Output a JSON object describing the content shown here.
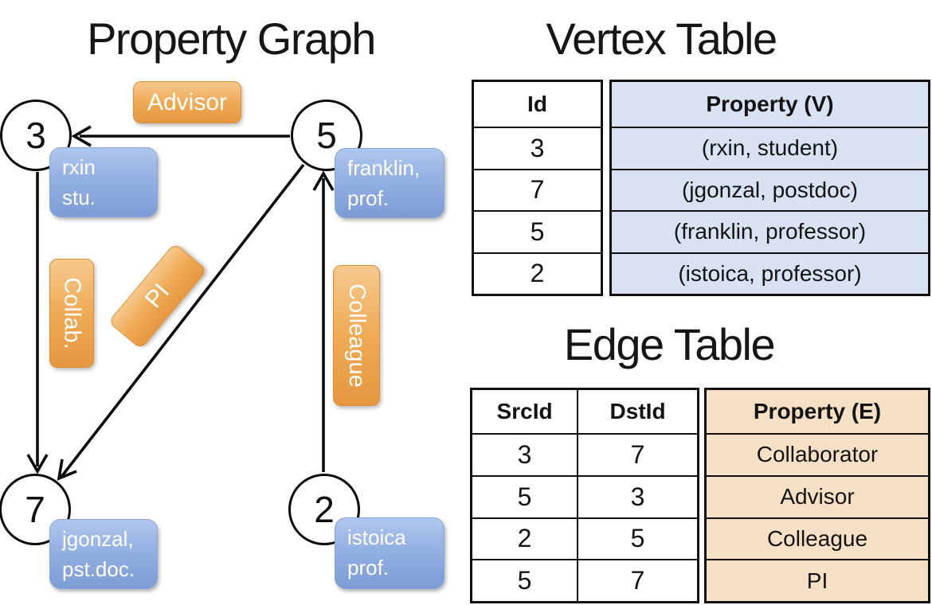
{
  "graph": {
    "title": "Property Graph",
    "nodes": [
      {
        "id": "3",
        "label_line1": "rxin",
        "label_line2": "stu."
      },
      {
        "id": "5",
        "label_line1": "franklin,",
        "label_line2": "prof."
      },
      {
        "id": "7",
        "label_line1": "jgonzal,",
        "label_line2": "pst.doc."
      },
      {
        "id": "2",
        "label_line1": "istoica",
        "label_line2": "prof."
      }
    ],
    "edge_labels": [
      {
        "label": "Advisor"
      },
      {
        "label": "Collab."
      },
      {
        "label": "PI"
      },
      {
        "label": "Colleague"
      }
    ]
  },
  "vertex_table": {
    "title": "Vertex Table",
    "headers": {
      "id": "Id",
      "property": "Property (V)"
    },
    "rows": [
      {
        "id": "3",
        "property": "(rxin, student)"
      },
      {
        "id": "7",
        "property": "(jgonzal, postdoc)"
      },
      {
        "id": "5",
        "property": "(franklin, professor)"
      },
      {
        "id": "2",
        "property": "(istoica, professor)"
      }
    ]
  },
  "edge_table": {
    "title": "Edge Table",
    "headers": {
      "src": "SrcId",
      "dst": "DstId",
      "property": "Property (E)"
    },
    "rows": [
      {
        "src": "3",
        "dst": "7",
        "property": "Collaborator"
      },
      {
        "src": "5",
        "dst": "3",
        "property": "Advisor"
      },
      {
        "src": "2",
        "dst": "5",
        "property": "Colleague"
      },
      {
        "src": "5",
        "dst": "7",
        "property": "PI"
      }
    ]
  },
  "colors": {
    "edge_label_orange": "#EFAA55",
    "vertex_label_blue": "#8FADDE",
    "vertex_property_bg": "#D9E2F3",
    "edge_property_bg": "#F6E0C5",
    "line_black": "#0C0C0C"
  }
}
